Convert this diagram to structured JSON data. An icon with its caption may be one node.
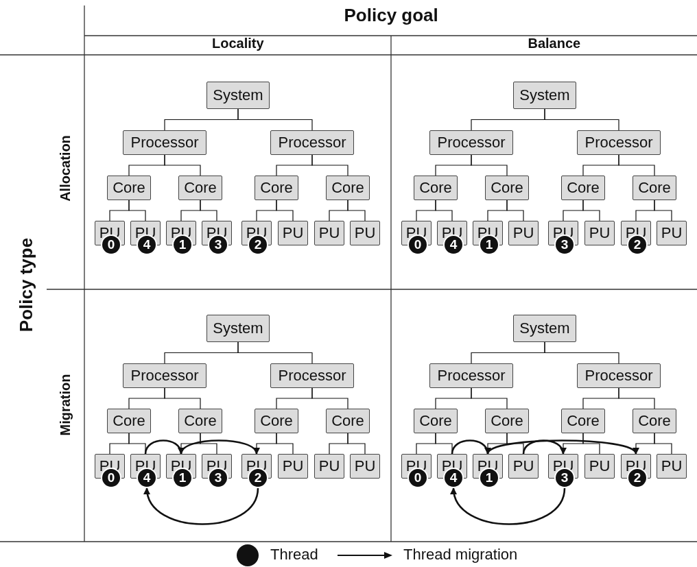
{
  "diagram": {
    "nodes": [
      {
        "text": [
          "System"
        ]
      },
      {
        "text": [
          "Processor"
        ]
      },
      {
        "text": [
          "Processor"
        ]
      },
      {
        "text": [
          "Core"
        ]
      },
      {
        "text": [
          "Core"
        ]
      },
      {
        "text": [
          "Core"
        ]
      },
      {
        "text": [
          "Core"
        ]
      },
      {
        "text": [
          "PU"
        ]
      },
      {
        "text": [
          "PU"
        ]
      },
      {
        "text": [
          "PU"
        ]
      },
      {
        "text": [
          "PU"
        ]
      },
      {
        "text": [
          "PU"
        ]
      },
      {
        "text": [
          "PU"
        ]
      },
      {
        "text": [
          "PU"
        ]
      },
      {
        "text": [
          "PU"
        ]
      },
      {
        "text": [
          "0"
        ]
      },
      {
        "text": [
          "4"
        ]
      },
      {
        "text": [
          "1"
        ]
      },
      {
        "text": [
          "3"
        ]
      },
      {
        "text": [
          "2"
        ]
      },
      {
        "text": [
          "System"
        ]
      },
      {
        "text": [
          "Processor"
        ]
      },
      {
        "text": [
          "Processor"
        ]
      },
      {
        "text": [
          "Core"
        ]
      },
      {
        "text": [
          "Core"
        ]
      },
      {
        "text": [
          "Core"
        ]
      },
      {
        "text": [
          "Core"
        ]
      },
      {
        "text": [
          "PU"
        ]
      },
      {
        "text": [
          "PU"
        ]
      },
      {
        "text": [
          "PU"
        ]
      },
      {
        "text": [
          "PU"
        ]
      },
      {
        "text": [
          "PU"
        ]
      },
      {
        "text": [
          "PU"
        ]
      },
      {
        "text": [
          "PU"
        ]
      },
      {
        "text": [
          "PU"
        ]
      },
      {
        "text": [
          "0"
        ]
      },
      {
        "text": [
          "4"
        ]
      },
      {
        "text": [
          "1"
        ]
      },
      {
        "text": [
          "3"
        ]
      },
      {
        "text": [
          "2"
        ]
      },
      {
        "text": [
          "System"
        ]
      },
      {
        "text": [
          "Processor"
        ]
      },
      {
        "text": [
          "Processor"
        ]
      },
      {
        "text": [
          "Core"
        ]
      },
      {
        "text": [
          "Core"
        ]
      },
      {
        "text": [
          "Core"
        ]
      },
      {
        "text": [
          "Core"
        ]
      },
      {
        "text": [
          "PU"
        ]
      },
      {
        "text": [
          "PU"
        ]
      },
      {
        "text": [
          "PU"
        ]
      },
      {
        "text": [
          "PU"
        ]
      },
      {
        "text": [
          "PU"
        ]
      },
      {
        "text": [
          "PU"
        ]
      },
      {
        "text": [
          "PU"
        ]
      },
      {
        "text": [
          "PU"
        ]
      },
      {
        "text": [
          "0"
        ]
      },
      {
        "text": [
          "4"
        ]
      },
      {
        "text": [
          "1"
        ]
      },
      {
        "text": [
          "3"
        ]
      },
      {
        "text": [
          "2"
        ]
      },
      {
        "text": [
          "System"
        ]
      },
      {
        "text": [
          "Processor"
        ]
      },
      {
        "text": [
          "Processor"
        ]
      },
      {
        "text": [
          "Core"
        ]
      },
      {
        "text": [
          "Core"
        ]
      },
      {
        "text": [
          "Core"
        ]
      },
      {
        "text": [
          "Core"
        ]
      },
      {
        "text": [
          "PU"
        ]
      },
      {
        "text": [
          "PU"
        ]
      },
      {
        "text": [
          "PU"
        ]
      },
      {
        "text": [
          "PU"
        ]
      },
      {
        "text": [
          "PU"
        ]
      },
      {
        "text": [
          "PU"
        ]
      },
      {
        "text": [
          "PU"
        ]
      },
      {
        "text": [
          "PU"
        ]
      },
      {
        "text": [
          "0"
        ]
      },
      {
        "text": [
          "4"
        ]
      },
      {
        "text": [
          "1"
        ]
      },
      {
        "text": [
          "3"
        ]
      },
      {
        "text": [
          "2"
        ]
      }
    ],
    "edges": [
      {
        "from": 0,
        "to": 1,
        "arrow": "none"
      },
      {
        "from": 0,
        "to": 2,
        "arrow": "none"
      },
      {
        "from": 1,
        "to": 3,
        "arrow": "none"
      },
      {
        "from": 1,
        "to": 4,
        "arrow": "none"
      },
      {
        "from": 2,
        "to": 5,
        "arrow": "none"
      },
      {
        "from": 2,
        "to": 6,
        "arrow": "none"
      },
      {
        "from": 3,
        "to": 7,
        "arrow": "none"
      },
      {
        "from": 3,
        "to": 8,
        "arrow": "none"
      },
      {
        "from": 4,
        "to": 9,
        "arrow": "none"
      },
      {
        "from": 4,
        "to": 10,
        "arrow": "none"
      },
      {
        "from": 5,
        "to": 11,
        "arrow": "none"
      },
      {
        "from": 5,
        "to": 12,
        "arrow": "none"
      },
      {
        "from": 6,
        "to": 13,
        "arrow": "none"
      },
      {
        "from": 6,
        "to": 14,
        "arrow": "none"
      },
      {
        "from": 20,
        "to": 21,
        "arrow": "none"
      },
      {
        "from": 20,
        "to": 22,
        "arrow": "none"
      },
      {
        "from": 21,
        "to": 23,
        "arrow": "none"
      },
      {
        "from": 21,
        "to": 24,
        "arrow": "none"
      },
      {
        "from": 22,
        "to": 25,
        "arrow": "none"
      },
      {
        "from": 22,
        "to": 26,
        "arrow": "none"
      },
      {
        "from": 23,
        "to": 27,
        "arrow": "none"
      },
      {
        "from": 23,
        "to": 28,
        "arrow": "none"
      },
      {
        "from": 24,
        "to": 29,
        "arrow": "none"
      },
      {
        "from": 24,
        "to": 30,
        "arrow": "none"
      },
      {
        "from": 25,
        "to": 31,
        "arrow": "none"
      },
      {
        "from": 25,
        "to": 32,
        "arrow": "none"
      },
      {
        "from": 26,
        "to": 33,
        "arrow": "none"
      },
      {
        "from": 26,
        "to": 34,
        "arrow": "none"
      },
      {
        "from": 40,
        "to": 41,
        "arrow": "none"
      },
      {
        "from": 40,
        "to": 42,
        "arrow": "none"
      },
      {
        "from": 41,
        "to": 43,
        "arrow": "none"
      },
      {
        "from": 41,
        "to": 44,
        "arrow": "none"
      },
      {
        "from": 42,
        "to": 45,
        "arrow": "none"
      },
      {
        "from": 42,
        "to": 46,
        "arrow": "none"
      },
      {
        "from": 43,
        "to": 47,
        "arrow": "none"
      },
      {
        "from": 43,
        "to": 48,
        "arrow": "none"
      },
      {
        "from": 44,
        "to": 49,
        "arrow": "none"
      },
      {
        "from": 44,
        "to": 50,
        "arrow": "none"
      },
      {
        "from": 45,
        "to": 51,
        "arrow": "none"
      },
      {
        "from": 45,
        "to": 52,
        "arrow": "none"
      },
      {
        "from": 46,
        "to": 53,
        "arrow": "none"
      },
      {
        "from": 46,
        "to": 54,
        "arrow": "none"
      },
      {
        "from": 48,
        "to": 49,
        "arrow": "to"
      },
      {
        "from": 49,
        "to": 51,
        "arrow": "to"
      },
      {
        "from": 59,
        "to": 56,
        "arrow": "to"
      },
      {
        "from": 60,
        "to": 61,
        "arrow": "none"
      },
      {
        "from": 60,
        "to": 62,
        "arrow": "none"
      },
      {
        "from": 61,
        "to": 63,
        "arrow": "none"
      },
      {
        "from": 61,
        "to": 64,
        "arrow": "none"
      },
      {
        "from": 62,
        "to": 65,
        "arrow": "none"
      },
      {
        "from": 62,
        "to": 66,
        "arrow": "none"
      },
      {
        "from": 63,
        "to": 67,
        "arrow": "none"
      },
      {
        "from": 63,
        "to": 68,
        "arrow": "none"
      },
      {
        "from": 64,
        "to": 69,
        "arrow": "none"
      },
      {
        "from": 64,
        "to": 70,
        "arrow": "none"
      },
      {
        "from": 65,
        "to": 71,
        "arrow": "none"
      },
      {
        "from": 65,
        "to": 72,
        "arrow": "none"
      },
      {
        "from": 66,
        "to": 73,
        "arrow": "none"
      },
      {
        "from": 66,
        "to": 74,
        "arrow": "none"
      },
      {
        "from": 68,
        "to": 69,
        "arrow": "to"
      },
      {
        "from": 69,
        "to": 73,
        "arrow": "to"
      },
      {
        "from": 70,
        "to": 71,
        "arrow": "to"
      },
      {
        "from": 78,
        "to": 76,
        "arrow": "to"
      }
    ],
    "labels": [
      "Policy goal",
      "Locality",
      "Balance",
      "Policy type",
      "Allocation",
      "Migration"
    ],
    "legend": [
      {
        "text": "Thread"
      },
      {
        "text": "Thread migration"
      }
    ]
  }
}
